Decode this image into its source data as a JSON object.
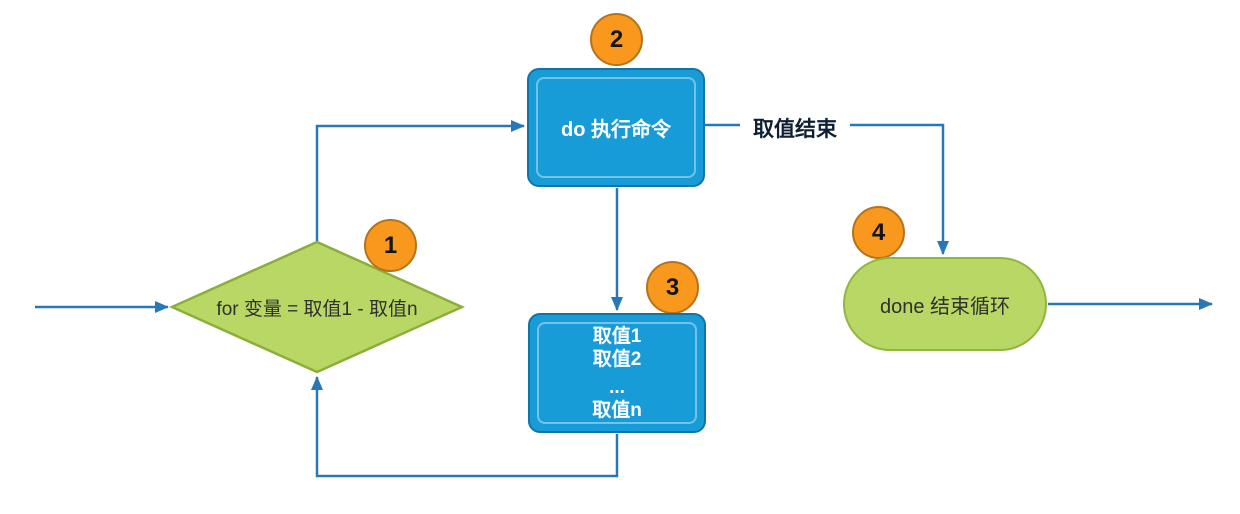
{
  "diagram": {
    "type": "flowchart",
    "topic": "shell for loop",
    "colors": {
      "background": "#ffffff",
      "connector": "#2878b8",
      "blue_node_fill": "#189cd8",
      "blue_node_border": "#0f74a8",
      "green_node_fill": "#b9d765",
      "green_node_border": "#8fb63f",
      "badge_fill": "#f8981d",
      "badge_border": "#b5731e",
      "node_text_light": "#ffffff",
      "node_text_dark": "#303030",
      "edge_label_text": "#0f1f33"
    },
    "nodes": {
      "for_diamond": {
        "label": "for 变量 = 取值1 - 取值n",
        "badge": "1",
        "shape": "diamond"
      },
      "do_box": {
        "label": "do 执行命令",
        "badge": "2",
        "shape": "rounded-rectangle"
      },
      "values_box": {
        "lines": [
          "取值1",
          "取值2",
          "...",
          "取值n"
        ],
        "badge": "3",
        "shape": "rounded-rectangle"
      },
      "done_pill": {
        "label": "done 结束循环",
        "badge": "4",
        "shape": "stadium"
      }
    },
    "edges": {
      "values_end_label": "取值结束"
    }
  }
}
